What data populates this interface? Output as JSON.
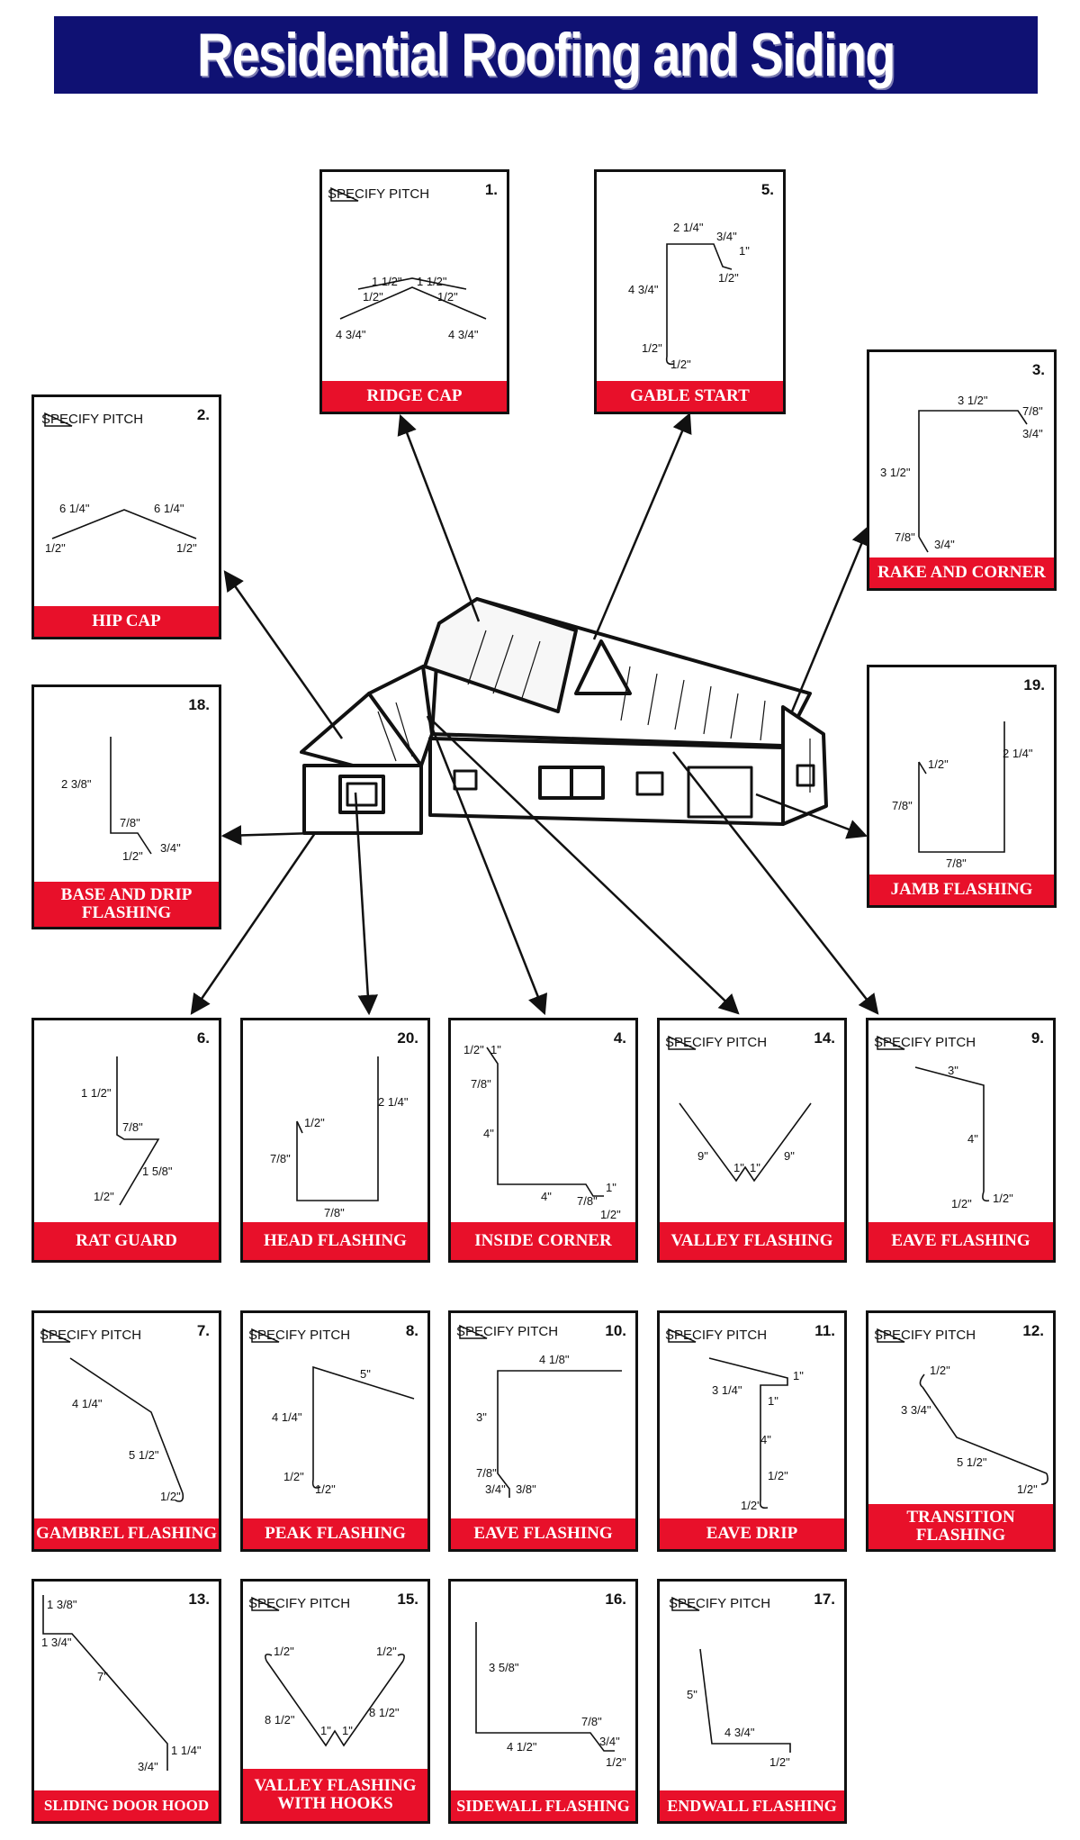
{
  "title": "Residential Roofing and Siding",
  "pitch_label": "SPECIFY PITCH",
  "cards": {
    "c1": {
      "num": "1.",
      "label": "RIDGE CAP",
      "dims": [
        "1 1/2\"",
        "1 1/2\"",
        "1/2\"",
        "1/2\"",
        "4 3/4\"",
        "4 3/4\""
      ]
    },
    "c5": {
      "num": "5.",
      "label": "GABLE START",
      "dims": [
        "2 1/4\"",
        "3/4\"",
        "1\"",
        "1/2\"",
        "4 3/4\"",
        "1/2\"",
        "1/2\""
      ]
    },
    "c3": {
      "num": "3.",
      "label": "RAKE AND CORNER",
      "dims": [
        "3 1/2\"",
        "7/8\"",
        "3/4\"",
        "3 1/2\"",
        "7/8\"",
        "3/4\""
      ]
    },
    "c2": {
      "num": "2.",
      "label": "HIP CAP",
      "dims": [
        "6 1/4\"",
        "6 1/4\"",
        "1/2\"",
        "1/2\""
      ]
    },
    "c19": {
      "num": "19.",
      "label": "JAMB FLASHING",
      "dims": [
        "1/2\"",
        "2 1/4\"",
        "7/8\"",
        "7/8\""
      ]
    },
    "c18": {
      "num": "18.",
      "label": "BASE AND DRIP FLASHING",
      "dims": [
        "2 3/8\"",
        "7/8\"",
        "3/4\"",
        "1/2\""
      ]
    },
    "c6": {
      "num": "6.",
      "label": "RAT GUARD",
      "dims": [
        "1 1/2\"",
        "7/8\"",
        "1 5/8\"",
        "1/2\""
      ]
    },
    "c20": {
      "num": "20.",
      "label": "HEAD FLASHING",
      "dims": [
        "1/2\"",
        "2 1/4\"",
        "7/8\"",
        "7/8\""
      ]
    },
    "c4": {
      "num": "4.",
      "label": "INSIDE CORNER",
      "dims": [
        "1/2\"",
        "1\"",
        "7/8\"",
        "4\"",
        "4\"",
        "7/8\"",
        "1\"",
        "1/2\""
      ]
    },
    "c14": {
      "num": "14.",
      "label": "VALLEY FLASHING",
      "dims": [
        "9\"",
        "1\"",
        "1\"",
        "9\""
      ]
    },
    "c9": {
      "num": "9.",
      "label": "EAVE FLASHING",
      "dims": [
        "3\"",
        "4\"",
        "1/2\"",
        "1/2\""
      ]
    },
    "c7": {
      "num": "7.",
      "label": "GAMBREL FLASHING",
      "dims": [
        "4 1/4\"",
        "5 1/2\"",
        "1/2\""
      ]
    },
    "c8": {
      "num": "8.",
      "label": "PEAK FLASHING",
      "dims": [
        "5\"",
        "4 1/4\"",
        "1/2\"",
        "1/2\""
      ]
    },
    "c10": {
      "num": "10.",
      "label": "EAVE FLASHING",
      "dims": [
        "4 1/8\"",
        "3\"",
        "7/8\"",
        "3/4\"",
        "3/8\""
      ]
    },
    "c11": {
      "num": "11.",
      "label": "EAVE DRIP",
      "dims": [
        "1\"",
        "3 1/4\"",
        "1\"",
        "4\"",
        "1/2\"",
        "1/2\""
      ]
    },
    "c12": {
      "num": "12.",
      "label": "TRANSITION FLASHING",
      "dims": [
        "1/2\"",
        "3 3/4\"",
        "5 1/2\"",
        "1/2\""
      ]
    },
    "c13": {
      "num": "13.",
      "label": "SLIDING DOOR HOOD",
      "dims": [
        "1 3/8\"",
        "1 3/4\"",
        "7\"",
        "1 1/4\"",
        "3/4\""
      ]
    },
    "c15": {
      "num": "15.",
      "label": "VALLEY FLASHING WITH HOOKS",
      "dims": [
        "1/2\"",
        "1/2\"",
        "8 1/2\"",
        "8 1/2\"",
        "1\"",
        "1\""
      ]
    },
    "c16": {
      "num": "16.",
      "label": "SIDEWALL FLASHING",
      "dims": [
        "3 5/8\"",
        "7/8\"",
        "4 1/2\"",
        "3/4\"",
        "1/2\""
      ]
    },
    "c17": {
      "num": "17.",
      "label": "ENDWALL FLASHING",
      "dims": [
        "5\"",
        "4 3/4\"",
        "1/2\""
      ]
    }
  },
  "colors": {
    "banner": "#0f1173",
    "label_bg": "#e8102a",
    "line": "#111111"
  }
}
